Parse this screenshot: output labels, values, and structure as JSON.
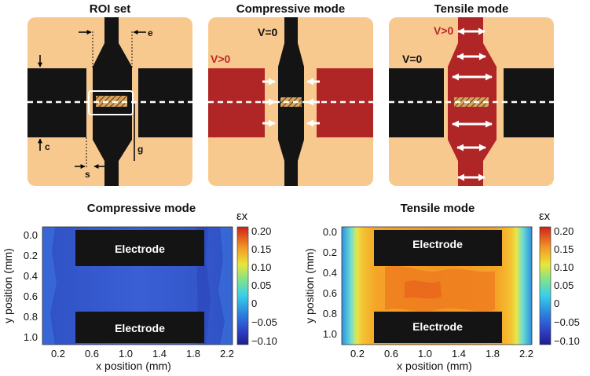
{
  "panels": {
    "roi": {
      "title": "ROI set",
      "labels": {
        "e": "e",
        "c": "c",
        "s": "s",
        "g": "g"
      }
    },
    "compressive_top": {
      "title": "Compressive mode",
      "v_zero": "V=0",
      "v_pos": "V>0"
    },
    "tensile_top": {
      "title": "Tensile mode",
      "v_zero": "V=0",
      "v_pos": "V>0"
    }
  },
  "plots": [
    {
      "title": "Compressive mode",
      "xlabel": "x position (mm)",
      "ylabel": "y position (mm)",
      "electrode_label": "Electrode",
      "x_ticks": [
        "0.2",
        "0.6",
        "1.0",
        "1.4",
        "1.8",
        "2.2"
      ],
      "y_ticks": [
        "0.0",
        "0.2",
        "0.4",
        "0.6",
        "0.8",
        "1.0"
      ]
    },
    {
      "title": "Tensile mode",
      "xlabel": "x position (mm)",
      "ylabel": "y position (mm)",
      "electrode_label": "Electrode",
      "x_ticks": [
        "0.2",
        "0.6",
        "1.0",
        "1.4",
        "1.8",
        "2.2"
      ],
      "y_ticks": [
        "0.0",
        "0.2",
        "0.4",
        "0.6",
        "0.8",
        "1.0"
      ]
    }
  ],
  "colorbar": {
    "label": "εx",
    "ticks": [
      "0.20",
      "0.15",
      "0.10",
      "0.05",
      "0",
      "−0.05",
      "−0.10"
    ]
  },
  "colors": {
    "background": "#f8c98e",
    "electrode": "#141414",
    "active": "#b02525",
    "v_pos_text": "#c0262b"
  }
}
